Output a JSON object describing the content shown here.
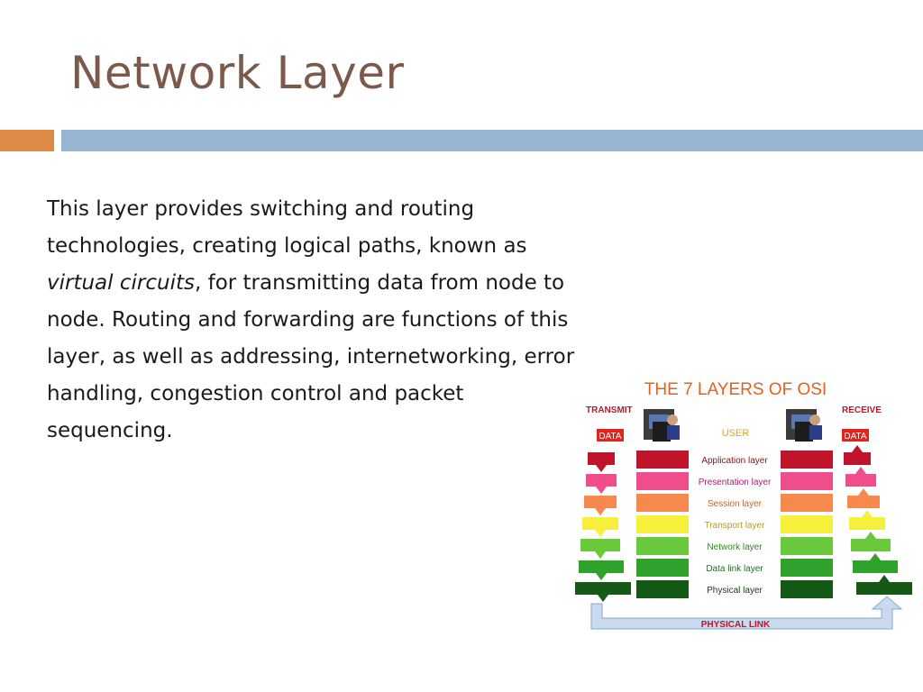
{
  "slide": {
    "title": "Network Layer",
    "body": {
      "part1": "This layer provides switching and routing technologies, creating logical paths, known as ",
      "italic": "virtual circuits",
      "part2": ", for transmitting data from node to node. Routing and forwarding are functions of this layer, as well as addressing, internetworking, error handling, congestion control and packet sequencing."
    }
  },
  "diagram": {
    "title": "THE 7 LAYERS OF OSI",
    "transmit_label": "TRANSMIT",
    "receive_label": "RECEIVE",
    "user_label": "USER",
    "data_left": "DATA",
    "data_right": "DATA",
    "physical_link_label": "PHYSICAL LINK",
    "layers": [
      {
        "name": "Application layer",
        "color": "#c0142a"
      },
      {
        "name": "Presentation layer",
        "color": "#f04d8c"
      },
      {
        "name": "Session layer",
        "color": "#f7894e"
      },
      {
        "name": "Transport layer",
        "color": "#f6ef3c"
      },
      {
        "name": "Network layer",
        "color": "#69c83c"
      },
      {
        "name": "Data link layer",
        "color": "#2ea22a"
      },
      {
        "name": "Physical layer",
        "color": "#145a16"
      }
    ],
    "label_colors": [
      "#8a0f14",
      "#b8186a",
      "#c7642a",
      "#b0a012",
      "#2f8a1a",
      "#1c6f1e",
      "#0d3f0f"
    ],
    "pointer_color": "#e5231c"
  }
}
